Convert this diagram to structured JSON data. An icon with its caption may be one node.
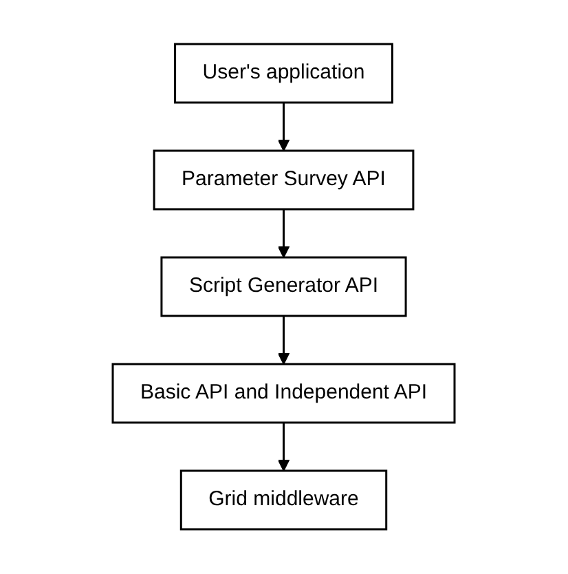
{
  "diagram": {
    "nodes": [
      {
        "text": [
          "User's application"
        ]
      },
      {
        "text": [
          "Parameter Survey API"
        ]
      },
      {
        "text": [
          "Script Generator API"
        ]
      },
      {
        "text": [
          "Basic API and Independent API"
        ]
      },
      {
        "text": [
          "Grid middleware"
        ]
      }
    ],
    "edges": [
      {
        "from": 0,
        "to": 1,
        "arrow": "to"
      },
      {
        "from": 1,
        "to": 2,
        "arrow": "to"
      },
      {
        "from": 2,
        "to": 3,
        "arrow": "to"
      },
      {
        "from": 3,
        "to": 4,
        "arrow": "to"
      }
    ]
  }
}
